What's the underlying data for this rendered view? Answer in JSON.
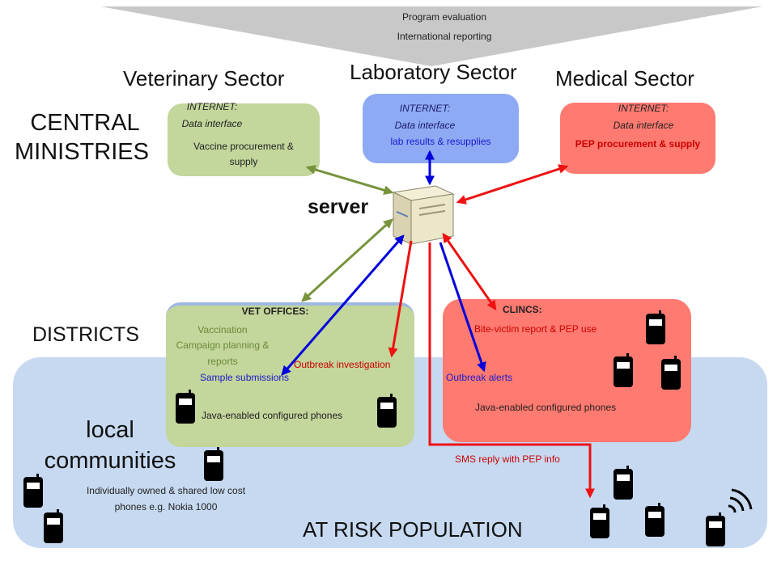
{
  "top_banner": {
    "line1": "Program evaluation",
    "line2": "International reporting"
  },
  "sectors": {
    "veterinary": "Veterinary Sector",
    "laboratory": "Laboratory Sector",
    "medical": "Medical Sector"
  },
  "levels": {
    "central_line1": "CENTRAL",
    "central_line2": "MINISTRIES",
    "districts": "DISTRICTS",
    "local_line1": "local",
    "local_line2": "communities",
    "at_risk": "AT RISK POPULATION"
  },
  "central_boxes": {
    "vet": {
      "title": "INTERNET:",
      "subtitle": "Data interface",
      "line1": "Vaccine procurement &",
      "line2": "supply"
    },
    "lab": {
      "title": "INTERNET:",
      "subtitle": "Data interface",
      "line1": "lab results & resupplies"
    },
    "med": {
      "title": "INTERNET:",
      "subtitle": "Data interface",
      "line1": "PEP procurement & supply"
    }
  },
  "server_label": "server",
  "vet_offices": {
    "title": "VET OFFICES:",
    "line1": "Vaccination",
    "line2": "Campaign planning &",
    "line3": "reports",
    "sample": "Sample submissions",
    "phones": "Java-enabled configured phones"
  },
  "outbreak_investigation": "Outbreak investigation",
  "clinics": {
    "title": "CLINCS:",
    "bite": "Bite-victim report & PEP use",
    "alerts": "Outbreak  alerts",
    "phones": "Java-enabled configured phones"
  },
  "sms_reply": "SMS reply with PEP info",
  "community_phones": {
    "line1": "Individually owned & shared low cost",
    "line2": "phones e.g. Nokia 1000"
  },
  "colors": {
    "green_box": "#c3d69b",
    "blue_box": "#8eaaf5",
    "red_box": "#ff7a70",
    "community_bg": "#c6d9f1",
    "banner": "#c8c8c8",
    "green_arrow": "#77933c",
    "blue_arrow": "#0000dd",
    "red_arrow": "#ee1111"
  }
}
